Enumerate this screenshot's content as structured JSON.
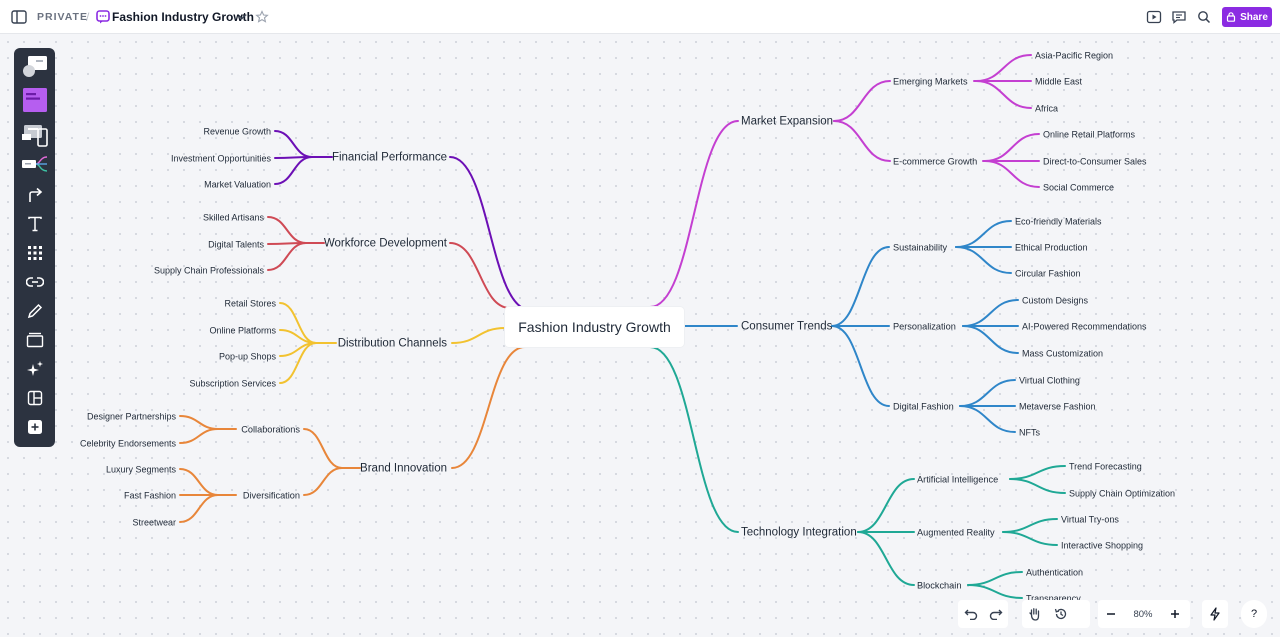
{
  "topbar": {
    "private_label": "PRIVATE",
    "separator": "/",
    "doc_title": "Fashion Industry Growth",
    "share_label": "Share",
    "accent_color": "#8b2be2"
  },
  "toolbar": {
    "tools": [
      "shape-tool-icon",
      "sticky-note-icon",
      "device-frame-icon",
      "mindmap-icon",
      "connector-arrow-icon",
      "text-tool-icon",
      "grid-apps-icon",
      "link-icon",
      "pen-icon",
      "frame-icon",
      "ai-sparkle-icon",
      "templates-icon",
      "add-icon"
    ]
  },
  "mindmap": {
    "root": "Fashion Industry Growth",
    "left": {
      "financial": {
        "label": "Financial Performance",
        "color": "#6c0fb5",
        "children": [
          "Revenue Growth",
          "Investment Opportunities",
          "Market Valuation"
        ]
      },
      "workforce": {
        "label": "Workforce Development",
        "color": "#cf4a55",
        "children": [
          "Skilled Artisans",
          "Digital Talents",
          "Supply Chain Professionals"
        ]
      },
      "distribution": {
        "label": "Distribution Channels",
        "color": "#f2c230",
        "children": [
          "Retail Stores",
          "Online Platforms",
          "Pop-up Shops",
          "Subscription Services"
        ]
      },
      "brand": {
        "label": "Brand Innovation",
        "color": "#e8863a",
        "collaborations": {
          "label": "Collaborations",
          "children": [
            "Designer Partnerships",
            "Celebrity Endorsements"
          ]
        },
        "diversification": {
          "label": "Diversification",
          "children": [
            "Luxury Segments",
            "Fast Fashion",
            "Streetwear"
          ]
        }
      }
    },
    "right": {
      "market": {
        "label": "Market Expansion",
        "color": "#c43fd1",
        "emerging": {
          "label": "Emerging Markets",
          "children": [
            "Asia-Pacific Region",
            "Middle East",
            "Africa"
          ]
        },
        "ecommerce": {
          "label": "E-commerce Growth",
          "children": [
            "Online Retail Platforms",
            "Direct-to-Consumer Sales",
            "Social Commerce"
          ]
        }
      },
      "consumer": {
        "label": "Consumer Trends",
        "color": "#2f86c9",
        "sustainability": {
          "label": "Sustainability",
          "children": [
            "Eco-friendly Materials",
            "Ethical Production",
            "Circular Fashion"
          ]
        },
        "personalization": {
          "label": "Personalization",
          "children": [
            "Custom Designs",
            "AI-Powered Recommendations",
            "Mass Customization"
          ]
        },
        "digital": {
          "label": "Digital Fashion",
          "children": [
            "Virtual Clothing",
            "Metaverse Fashion",
            "NFTs"
          ]
        }
      },
      "technology": {
        "label": "Technology Integration",
        "color": "#1fa895",
        "ai": {
          "label": "Artificial Intelligence",
          "children": [
            "Trend Forecasting",
            "Supply Chain Optimization"
          ]
        },
        "ar": {
          "label": "Augmented Reality",
          "children": [
            "Virtual Try-ons",
            "Interactive Shopping"
          ]
        },
        "blockchain": {
          "label": "Blockchain",
          "children": [
            "Authentication",
            "Transparency"
          ]
        }
      }
    }
  },
  "bottom": {
    "zoom": "80%",
    "help": "?"
  }
}
